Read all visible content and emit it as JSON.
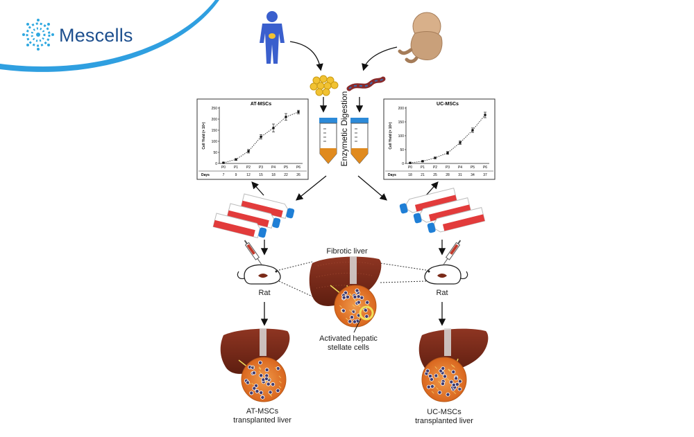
{
  "brand": {
    "name": "Mescells",
    "logo_icon": "dotted-ring-logo",
    "color": "#1d4f8e"
  },
  "process": {
    "digestion": "Enzymetic Digestion"
  },
  "charts_text": {
    "left_title": "AT-MSCs",
    "right_title": "UC-MSCs",
    "ylabel_left": "Cell Yield (× 10⁶)",
    "ylabel_right": "Cell Yield (× 10⁶)",
    "days_label": "Days"
  },
  "chart_data": [
    {
      "type": "line",
      "title": "AT-MSCs",
      "ylabel": "Cell Yield (× 10⁶)",
      "xlabel": "",
      "categories": [
        "P0",
        "P1",
        "P2",
        "P3",
        "P4",
        "P5",
        "P6"
      ],
      "days": [
        "7",
        "9",
        "12",
        "15",
        "18",
        "22",
        "26"
      ],
      "values": [
        3,
        18,
        55,
        120,
        160,
        210,
        232
      ],
      "errors": [
        2,
        4,
        8,
        10,
        18,
        15,
        8
      ],
      "ylim": [
        0,
        250
      ],
      "yticks": [
        0,
        50,
        100,
        150,
        200,
        250
      ]
    },
    {
      "type": "line",
      "title": "UC-MSCs",
      "ylabel": "Cell Yield (× 10⁶)",
      "xlabel": "",
      "categories": [
        "P0",
        "P1",
        "P2",
        "P3",
        "P4",
        "P5",
        "P6"
      ],
      "days": [
        "18",
        "21",
        "25",
        "28",
        "31",
        "34",
        "37"
      ],
      "values": [
        2,
        8,
        20,
        38,
        75,
        120,
        175
      ],
      "errors": [
        1,
        2,
        3,
        5,
        6,
        8,
        10
      ],
      "ylim": [
        0,
        200
      ],
      "yticks": [
        0,
        50,
        100,
        150,
        200
      ]
    }
  ],
  "labels": {
    "rat_left": "Rat",
    "rat_right": "Rat",
    "fibrotic": "Fibrotic liver",
    "activated_line1": "Activated hepatic",
    "activated_line2": "stellate cells",
    "at_line1": "AT-MSCs",
    "at_line2": "transplanted liver",
    "uc_line1": "UC-MSCs",
    "uc_line2": "transplanted liver"
  },
  "colors": {
    "liver": "#7a2a18",
    "tissue": "#e07a2e",
    "flask_red": "#e23b3b",
    "flask_cap": "#1f7fd6",
    "fat": "#f1c232",
    "syringe": "#c0392b",
    "human": "#3a5fcd",
    "fetus": "#c9a07a"
  }
}
